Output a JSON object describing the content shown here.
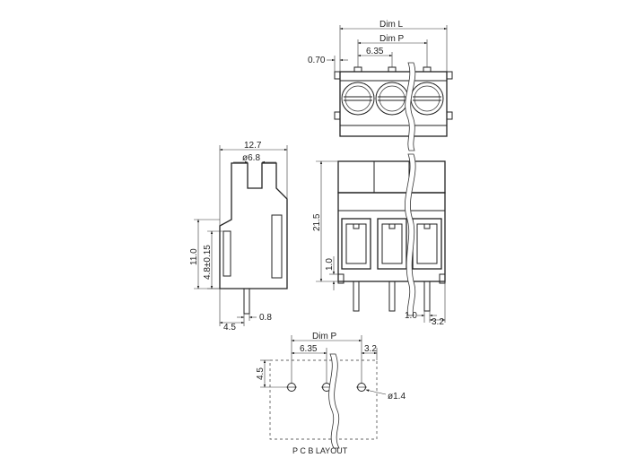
{
  "top_view": {
    "dim_l": "Dim  L",
    "dim_p": "Dim  P",
    "pitch": "6.35",
    "offset": "0.70"
  },
  "side_view": {
    "width": "12.7",
    "diameter": "ø6.8",
    "height": "11.0",
    "pin_height": "4.8±0.15",
    "pin_offset": "4.5",
    "pin_width": "0.8"
  },
  "front_view": {
    "height": "21.5",
    "pin_length": "1.0",
    "bottom_a": "1.0",
    "bottom_b": "3.2"
  },
  "pcb_layout": {
    "dim_p": "Dim  P",
    "pitch": "6.35",
    "edge": "3.2",
    "hole_offset": "4.5",
    "hole_diameter": "ø1.4",
    "caption": "P C B LAYOUT"
  }
}
